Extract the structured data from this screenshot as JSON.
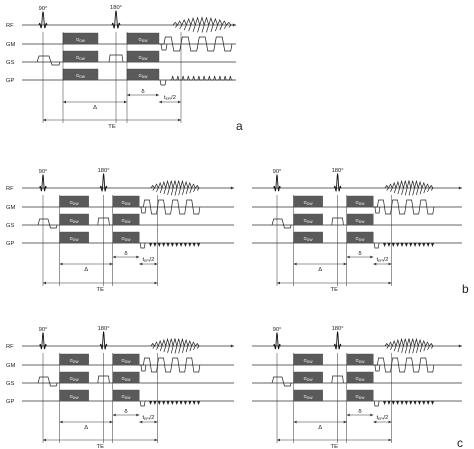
{
  "labels": {
    "rf": "RF",
    "gm": "GM",
    "gs": "GS",
    "gp": "GP",
    "pulse90": "90°",
    "pulse180": "180°",
    "te": "TE",
    "delta_upper": "Δ",
    "delta_lower": "δ",
    "tepi": "t",
    "tepi_sub": "EPI",
    "tepi_tail": "/2"
  },
  "panels": [
    {
      "id": "a",
      "letter": "a",
      "sequences": 1
    },
    {
      "id": "b",
      "letter": "b",
      "sequences": 2
    },
    {
      "id": "c",
      "letter": "c",
      "sequences": 2
    }
  ],
  "blocks": {
    "gm_label": "G",
    "gm_sub": "DW",
    "gs_label": "G",
    "gs_sub": "DW",
    "gp_label": "G",
    "gp_sub": "DW"
  },
  "colors": {
    "block_fill": "#5a5a5a",
    "line": "#333333",
    "background": "#ffffff"
  }
}
